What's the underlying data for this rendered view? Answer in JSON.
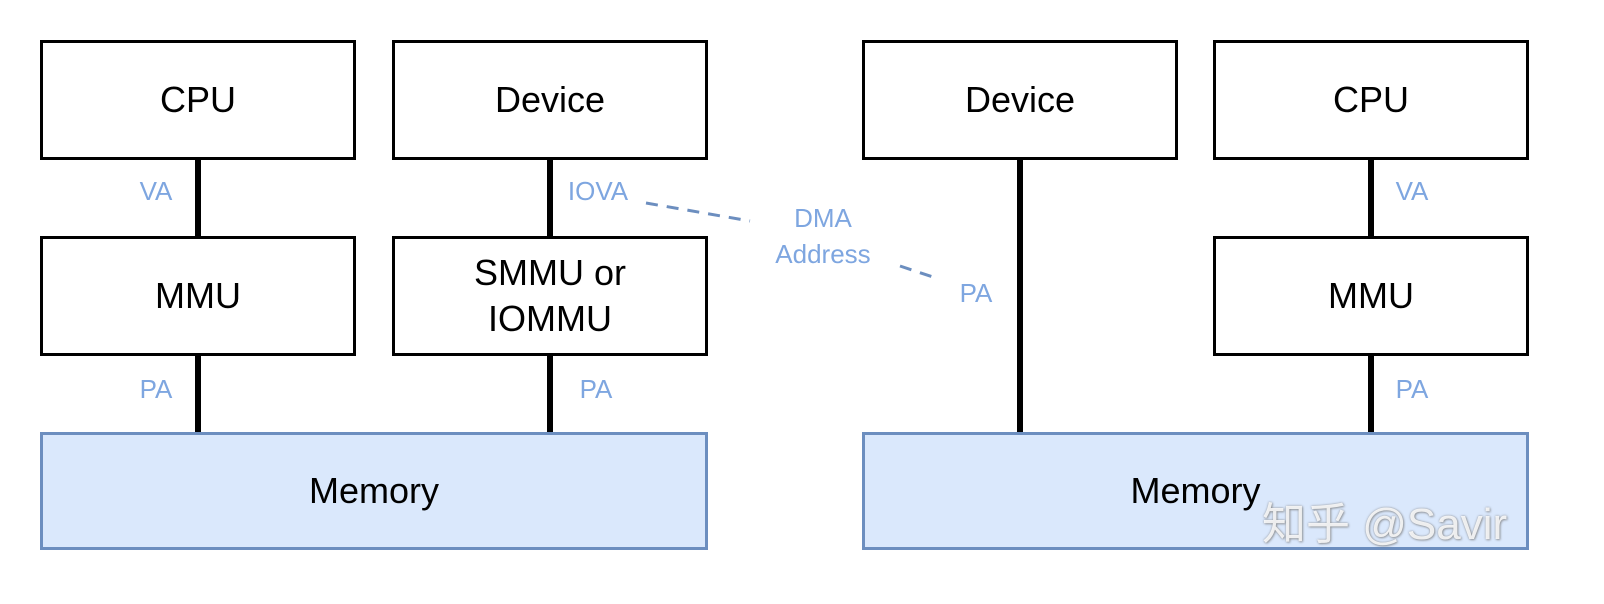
{
  "left_diagram": {
    "cpu_label": "CPU",
    "device_label": "Device",
    "mmu_label": "MMU",
    "smmu_label_line1": "SMMU or",
    "smmu_label_line2": "IOMMU",
    "memory_label": "Memory",
    "cpu_mmu_link_label": "VA",
    "mmu_memory_link_label": "PA",
    "device_smmu_link_label": "IOVA",
    "smmu_memory_link_label": "PA"
  },
  "right_diagram": {
    "device_label": "Device",
    "cpu_label": "CPU",
    "mmu_label": "MMU",
    "memory_label": "Memory",
    "device_memory_link_label": "PA",
    "cpu_mmu_link_label": "VA",
    "mmu_memory_link_label": "PA"
  },
  "dma_annotation": {
    "line1": "DMA",
    "line2": "Address"
  },
  "watermark": "知乎 @Savir",
  "colors": {
    "box_border": "#000000",
    "memory_fill": "#dae8fc",
    "memory_border": "#6c8ebf",
    "label_text": "#7ea6e0",
    "dashed_line": "#6c8ebf"
  }
}
